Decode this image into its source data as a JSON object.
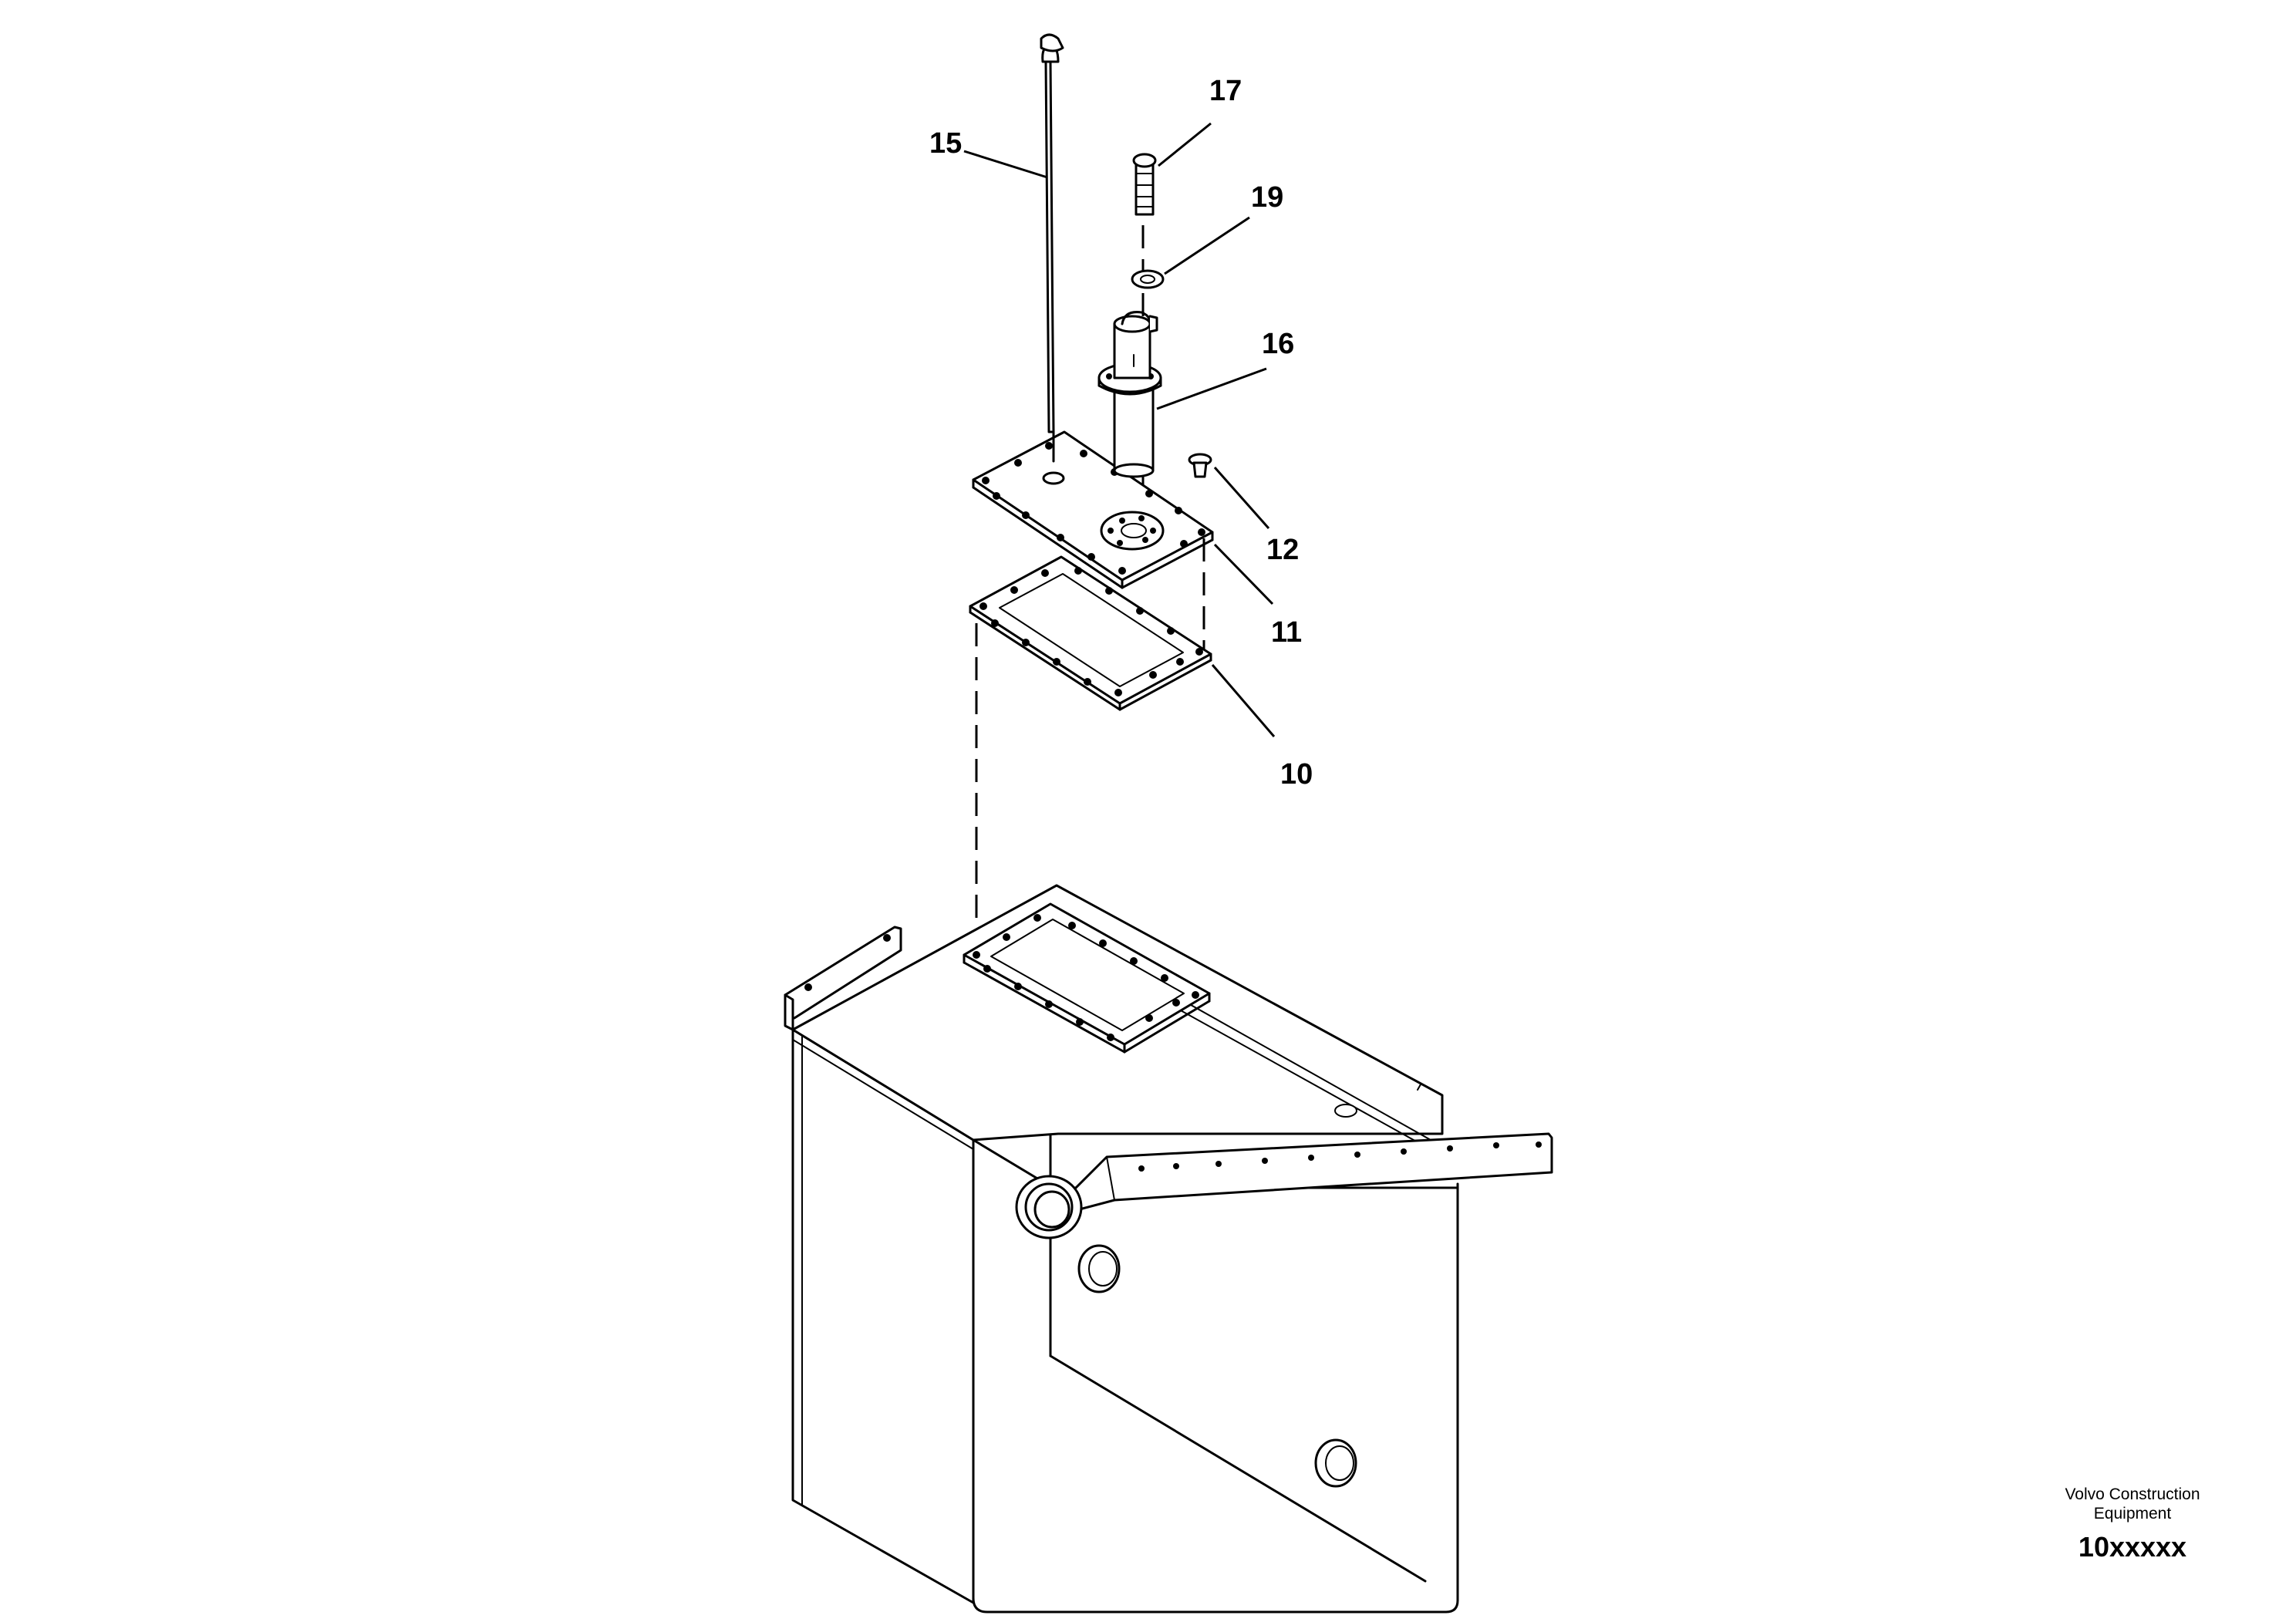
{
  "callouts": {
    "c15": "15",
    "c17": "17",
    "c19": "19",
    "c16": "16",
    "c12": "12",
    "c11": "11",
    "c10": "10"
  },
  "brand": {
    "line1": "Volvo Construction",
    "line2": "Equipment",
    "code": "10xxxxx"
  }
}
